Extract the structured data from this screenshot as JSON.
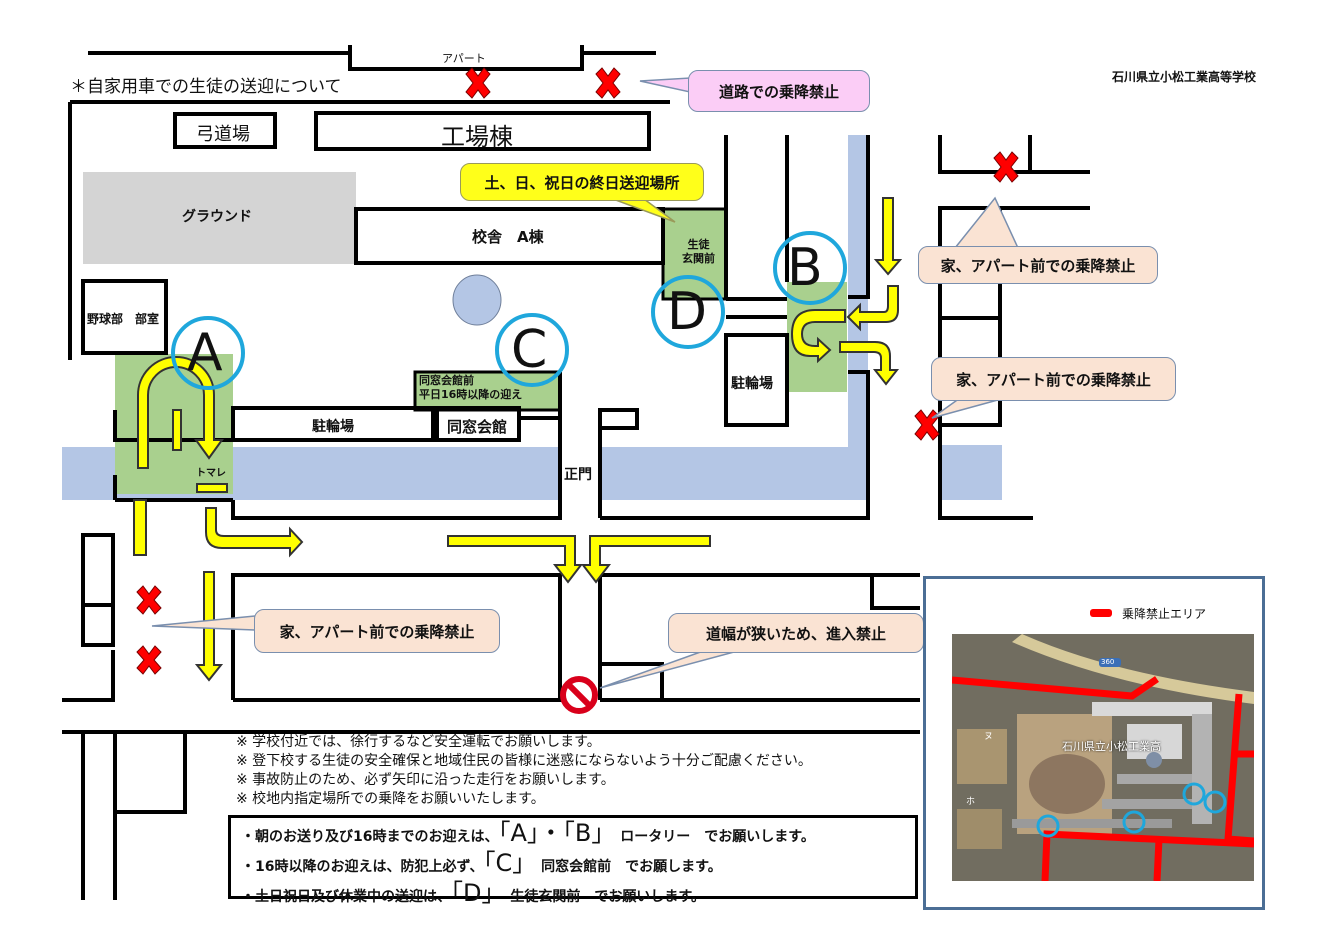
{
  "header": {
    "title": "＊自家用車での生徒の送迎について",
    "school_name": "石川県立小松工業高等学校",
    "apartment_label": "アパート"
  },
  "buildings": {
    "kyudojo": "弓道場",
    "kojo_to": "工場棟",
    "ground": "グラウンド",
    "kosha_a": "校舎　A棟",
    "yakyubu": "野球部　部室",
    "churinjo_1": "駐輪場",
    "churinjo_2": "駐輪場",
    "doso_kaikan": "同窓会館",
    "seimon": "正門",
    "seito_genkan": [
      "生徒",
      "玄関前"
    ],
    "doso_mae": [
      "同窓会館前",
      "平日16時以降の迎え"
    ],
    "tomare": "トマレ"
  },
  "markers": [
    "A",
    "B",
    "C",
    "D"
  ],
  "callouts": {
    "road_no_stop": "道路での乗降禁止",
    "weekend_pickup": "土、日、祝日の終日送迎場所",
    "house_no_stop_1": "家、アパート前での乗降禁止",
    "house_no_stop_2": "家、アパート前での乗降禁止",
    "house_no_stop_3": "家、アパート前での乗降禁止",
    "narrow_road": "道幅が狭いため、進入禁止"
  },
  "notes": [
    "※ 学校付近では、徐行するなど安全運転でお願いします。",
    "※ 登下校する生徒の安全確保と地域住民の皆様に迷惑にならないよう十分ご配慮ください。",
    "※ 事故防止のため、必ず矢印に沿った走行をお願いします。",
    "※ 校地内指定場所での乗降をお願いいたします。"
  ],
  "rules": [
    {
      "prefix": "・朝のお送り及び16時までのお迎えは、",
      "mark": "「A」・「B」",
      "suffix": " ロータリー　でお願いします。"
    },
    {
      "prefix": "・16時以降のお迎えは、防犯上必ず、",
      "mark": "「C」",
      "suffix": " 同窓会館前　でお願します。"
    },
    {
      "prefix": "・土日祝日及び休業中の送迎は、",
      "mark": "「D」",
      "suffix": " 生徒玄関前　でお願いします。"
    }
  ],
  "inset": {
    "legend_label": "乗降禁止エリア",
    "map_label": "石川県立小松工業高",
    "route_number": "360",
    "place_labels": [
      "ヌ",
      "ホ"
    ]
  },
  "colors": {
    "road_blue": "#b4c6e5",
    "green_zone": "#a9d08e",
    "arrow_yellow": "#ffff00",
    "marker_ring": "#1fa7dc",
    "ban_red": "#ff0000",
    "ground_gray": "#d4d4d4"
  }
}
